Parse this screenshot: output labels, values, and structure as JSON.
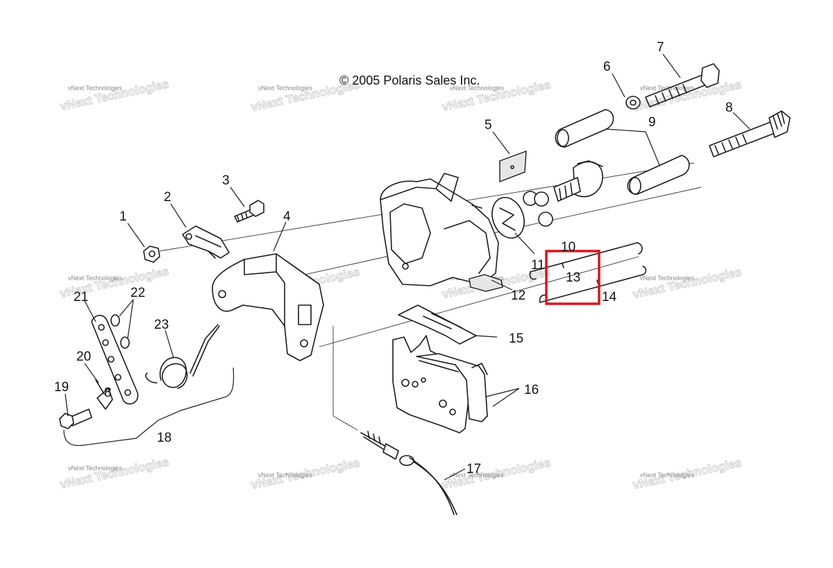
{
  "copyright": "© 2005 Polaris Sales Inc.",
  "watermark": {
    "small": "vNext Technologies",
    "big": "vNext Technologies"
  },
  "callouts": {
    "c1": "1",
    "c2": "2",
    "c3": "3",
    "c4": "4",
    "c5": "5",
    "c6": "6",
    "c7": "7",
    "c8a": "8",
    "c8b": "8",
    "c9": "9",
    "c10": "10",
    "c11": "11",
    "c12": "12",
    "c13": "13",
    "c14": "14",
    "c15": "15",
    "c16": "16",
    "c17": "17",
    "c18": "18",
    "c19": "19",
    "c20": "20",
    "c21": "21",
    "c22": "22",
    "c23": "23"
  },
  "highlight": {
    "part": "13",
    "color": "#e0121a"
  },
  "colors": {
    "line": "#1a1a1a",
    "background": "#ffffff"
  }
}
